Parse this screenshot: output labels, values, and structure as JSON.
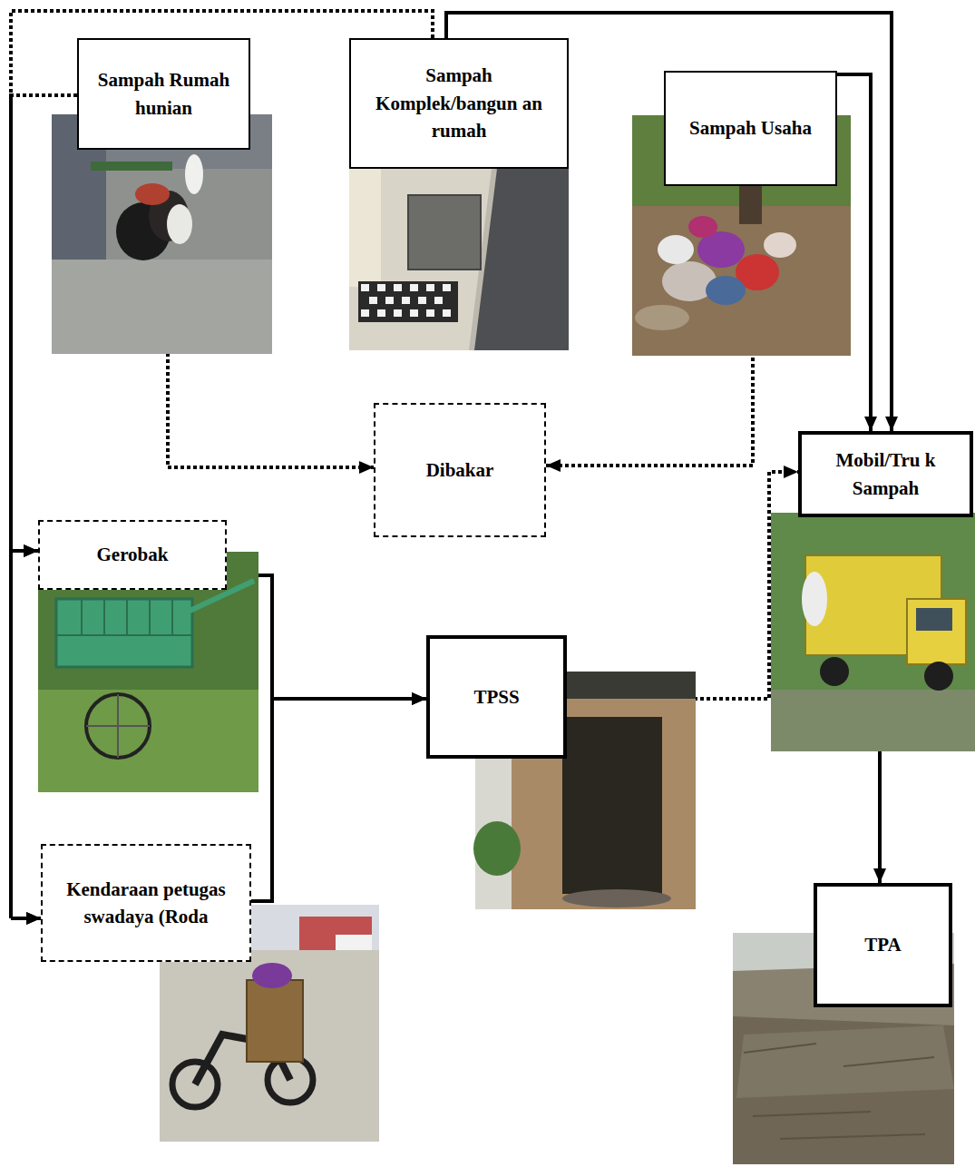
{
  "diagram": {
    "nodes": [
      {
        "text": [
          "Sampah Rumah hunian"
        ]
      },
      {
        "text": [
          "Sampah Komplek/bangun an rumah"
        ]
      },
      {
        "text": [
          "Sampah Usaha"
        ]
      },
      {
        "text": [
          "Dibakar"
        ]
      },
      {
        "text": [
          "Mobil/Tru k Sampah"
        ]
      },
      {
        "text": [
          "Gerobak"
        ]
      },
      {
        "text": [
          "TPSS"
        ]
      },
      {
        "text": [
          "Kendaraan petugas swadaya (Roda"
        ]
      },
      {
        "text": [
          "TPA"
        ]
      }
    ],
    "edges": [
      {
        "from": 0,
        "to": 3,
        "arrow": "to"
      },
      {
        "from": 0,
        "to": 5,
        "arrow": "to"
      },
      {
        "from": 0,
        "to": 7,
        "arrow": "to"
      },
      {
        "from": 1,
        "to": 5,
        "arrow": "to"
      },
      {
        "from": 1,
        "to": 7,
        "arrow": "to"
      },
      {
        "from": 1,
        "to": 4,
        "arrow": "to"
      },
      {
        "from": 2,
        "to": 3,
        "arrow": "to"
      },
      {
        "from": 2,
        "to": 4,
        "arrow": "to"
      },
      {
        "from": 5,
        "to": 6,
        "arrow": "to"
      },
      {
        "from": 7,
        "to": 6,
        "arrow": "to"
      },
      {
        "from": 6,
        "to": 4,
        "arrow": "to"
      },
      {
        "from": 4,
        "to": 8,
        "arrow": "to"
      }
    ]
  }
}
